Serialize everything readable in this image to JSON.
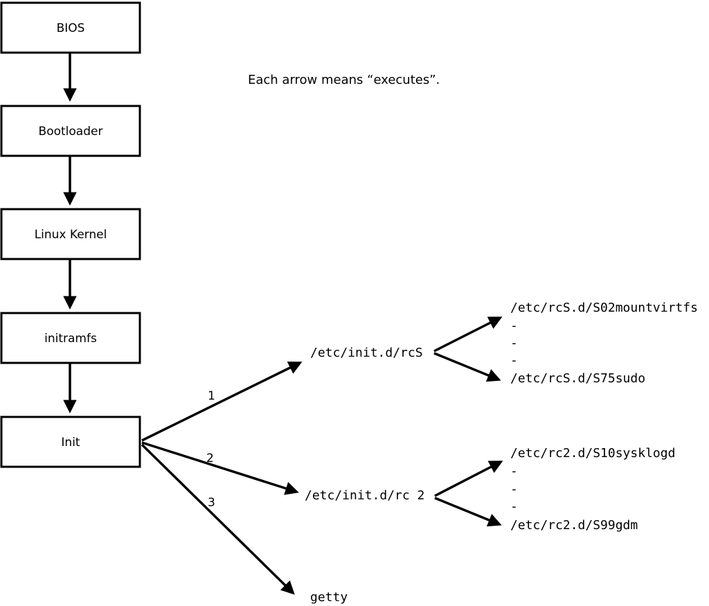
{
  "note": "Each arrow means “executes”.",
  "flow_boxes": [
    {
      "label": "BIOS"
    },
    {
      "label": "Bootloader"
    },
    {
      "label": "Linux Kernel"
    },
    {
      "label": "initramfs"
    },
    {
      "label": "Init"
    }
  ],
  "init_branches": [
    {
      "order": "1",
      "target": "/etc/init.d/rcS",
      "children": [
        "/etc/rcS.d/S02mountvirtfs",
        "-",
        "-",
        "-",
        "/etc/rcS.d/S75sudo"
      ]
    },
    {
      "order": "2",
      "target": "/etc/init.d/rc 2",
      "children": [
        "/etc/rc2.d/S10sysklogd",
        "-",
        "-",
        "-",
        "/etc/rc2.d/S99gdm"
      ]
    },
    {
      "order": "3",
      "target": "getty",
      "children": []
    }
  ],
  "colors": {
    "ink": "#000000",
    "background": "#ffffff",
    "box_fill": "#ffffff"
  }
}
